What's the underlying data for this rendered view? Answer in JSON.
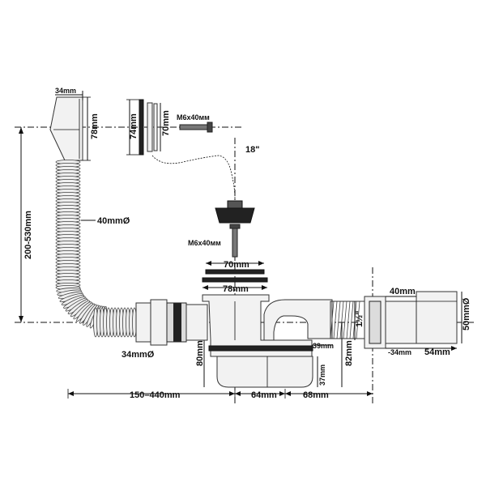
{
  "labels": {
    "overflow_cap_width": "34mm",
    "overflow_height": "78mm",
    "plate_height_74": "74mm",
    "plate_height_70": "70mm",
    "screw_top": "M6x40мм",
    "angle": "18\"",
    "hose_length": "200-530mm",
    "hose_diameter": "40mmØ",
    "screw_mid": "M6x40мм",
    "flange_inner": "70mm",
    "flange_outer": "78mm",
    "nut_diameter": "34mmØ",
    "trap_height": "80mm",
    "depth_37": "37mm",
    "outlet_39": "39mm",
    "outlet_height": "82mm",
    "thread": "1½\"",
    "pipe_40": "40mm",
    "pipe_50": "50mmØ",
    "pipe_34": "-34mm",
    "pipe_54": "54mm",
    "span_150_440": "150–440mm",
    "span_64": "64mm",
    "span_68": "68mm"
  }
}
